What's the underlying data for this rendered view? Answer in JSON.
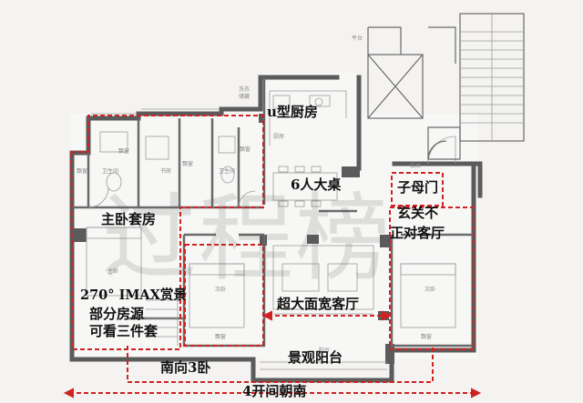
{
  "annotations": {
    "kitchen": "u型厨房",
    "table": "6人大桌",
    "door": "子母门",
    "foyer_line1": "玄关不",
    "foyer_line2": "正对客厅",
    "master": "主卧套房",
    "imax_line1": "270° IMAX赏景",
    "imax_line2": "部分房源",
    "imax_line3": "可看三件套",
    "living": "超大面宽客厅",
    "balcony": "景观阳台",
    "south3": "南向3卧",
    "four_bay": "4开间朝南"
  },
  "small_labels": {
    "kitchen_room": "厨房",
    "bath1": "卫生间",
    "study": "书房",
    "bath2": "卫生间",
    "master_room": "主卧",
    "bed2": "次卧",
    "bed3": "次卧",
    "balcony_room": "阳台",
    "laundry": "洗衣",
    "foyer_room": "玄关",
    "storage": "储藏",
    "window1": "飘窗",
    "window2": "飘窗",
    "window3": "飘窗",
    "window4": "飘窗",
    "window5": "飘窗",
    "window6": "飘窗",
    "platform": "平台"
  },
  "watermark": "过程榜",
  "colors": {
    "wall": "#5b5b5b",
    "annotation_border": "#cf2323",
    "line": "#9a9a9a",
    "text": "#111111"
  }
}
